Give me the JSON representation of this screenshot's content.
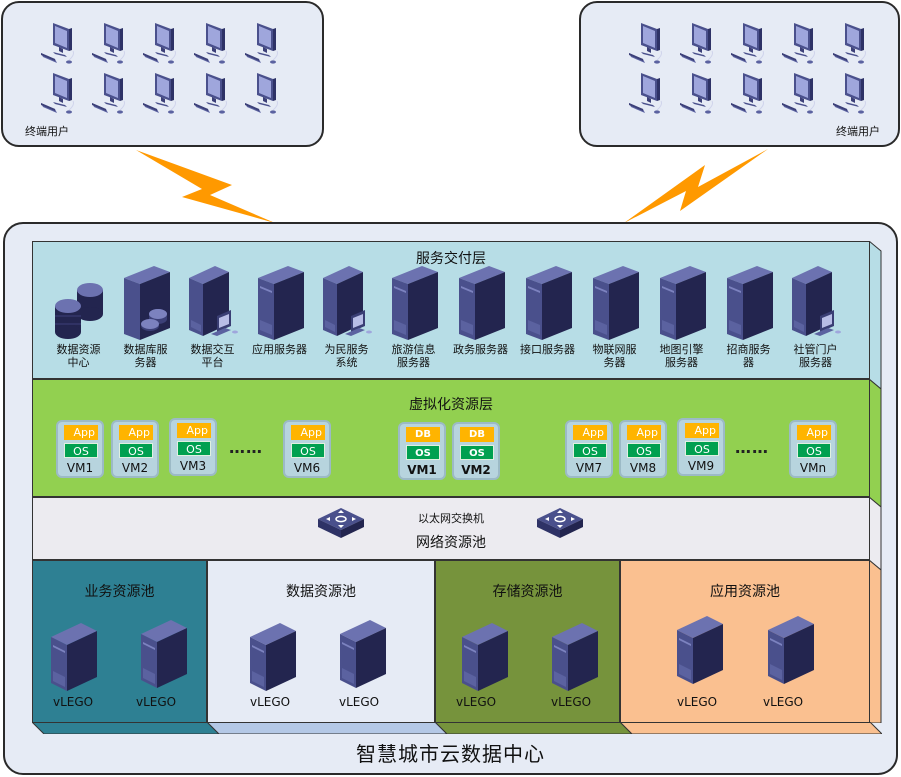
{
  "terminal_users": {
    "left": {
      "label": "终端用户",
      "pc_count": 10
    },
    "right": {
      "label": "终端用户",
      "pc_count": 10
    }
  },
  "colors": {
    "bolt": "#ff9900",
    "service_layer": "#b7dde6",
    "virtual_layer": "#92d050",
    "network_layer": "#ecebf0",
    "pool_business": "#2e8093",
    "pool_data": "#e6ebf5",
    "pool_storage": "#76933c",
    "pool_application": "#fac090",
    "app_badge": "#ffb400",
    "os_badge": "#00a050",
    "server": "#3c3f78"
  },
  "data_center": {
    "title": "智慧城市云数据中心",
    "service_layer": {
      "title": "服务交付层",
      "items": [
        {
          "label": "数据资源\n中心",
          "icon": "database-icon"
        },
        {
          "label": "数据库服\n务器",
          "icon": "database-server-icon"
        },
        {
          "label": "数据交互\n平台",
          "icon": "server-workstation-icon"
        },
        {
          "label": "应用服务器",
          "icon": "server-icon"
        },
        {
          "label": "为民服务\n系统",
          "icon": "server-workstation-icon"
        },
        {
          "label": "旅游信息\n服务器",
          "icon": "server-icon"
        },
        {
          "label": "政务服务器",
          "icon": "server-icon"
        },
        {
          "label": "接口服务器",
          "icon": "server-icon"
        },
        {
          "label": "物联网服\n务器",
          "icon": "server-icon"
        },
        {
          "label": "地图引擎\n服务器",
          "icon": "server-icon"
        },
        {
          "label": "招商服务\n器",
          "icon": "server-icon"
        },
        {
          "label": "社管门户\n服务器",
          "icon": "server-workstation-icon"
        }
      ]
    },
    "virtual_layer": {
      "title": "虚拟化资源层",
      "ellipsis": "……",
      "app_vms": [
        {
          "app": "App",
          "os": "OS",
          "name": "VM1"
        },
        {
          "app": "App",
          "os": "OS",
          "name": "VM2"
        },
        {
          "app": "App",
          "os": "OS",
          "name": "VM3"
        },
        {
          "app": "App",
          "os": "OS",
          "name": "VM6"
        },
        {
          "app": "App",
          "os": "OS",
          "name": "VM7"
        },
        {
          "app": "App",
          "os": "OS",
          "name": "VM8"
        },
        {
          "app": "App",
          "os": "OS",
          "name": "VM9"
        },
        {
          "app": "App",
          "os": "OS",
          "name": "VMn"
        }
      ],
      "db_vms": [
        {
          "db": "DB",
          "os": "OS",
          "name": "VM1"
        },
        {
          "db": "DB",
          "os": "OS",
          "name": "VM2"
        }
      ]
    },
    "network_layer": {
      "switch_label": "以太网交换机",
      "title": "网络资源池"
    },
    "pools": [
      {
        "title": "业务资源池",
        "servers": [
          "vLEGO",
          "vLEGO"
        ]
      },
      {
        "title": "数据资源池",
        "servers": [
          "vLEGO",
          "vLEGO"
        ]
      },
      {
        "title": "存储资源池",
        "servers": [
          "vLEGO",
          "vLEGO"
        ]
      },
      {
        "title": "应用资源池",
        "servers": [
          "vLEGO",
          "vLEGO"
        ]
      }
    ]
  }
}
